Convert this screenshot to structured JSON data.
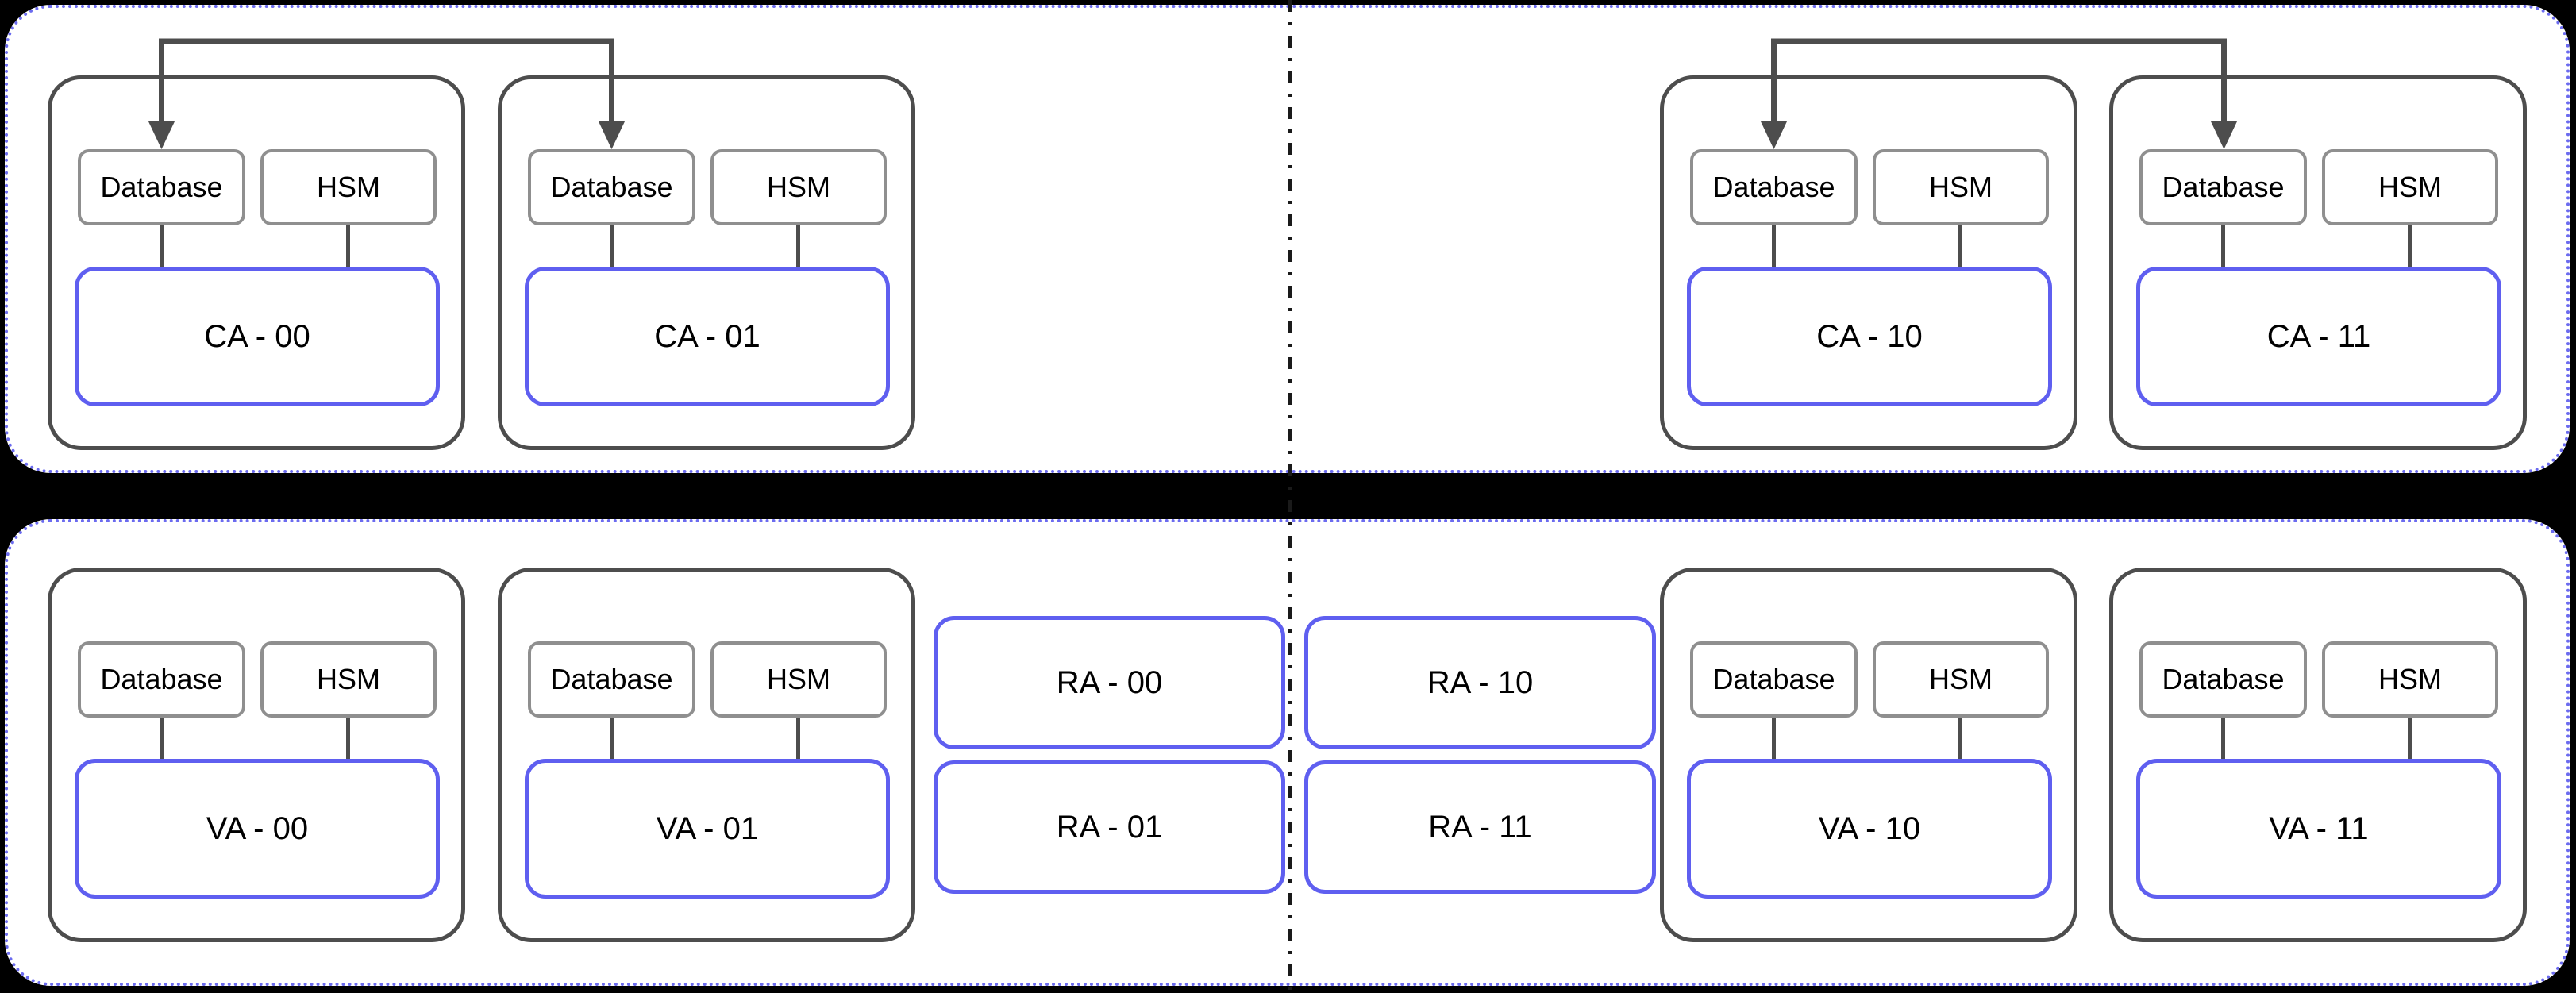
{
  "colors": {
    "background": "#000000",
    "zone_fill": "#ffffff",
    "zone_border": "#6b6bef",
    "group_border": "#4d4d4d",
    "component_border": "#8f8f8f",
    "authority_border": "#5f5ff0",
    "connector": "#4d4d4d",
    "divider": "#1a1a1a",
    "text": "#000000"
  },
  "ca_zone": {
    "groups": [
      {
        "database_label": "Database",
        "hsm_label": "HSM",
        "authority_label": "CA - 00"
      },
      {
        "database_label": "Database",
        "hsm_label": "HSM",
        "authority_label": "CA - 01"
      },
      {
        "database_label": "Database",
        "hsm_label": "HSM",
        "authority_label": "CA - 10"
      },
      {
        "database_label": "Database",
        "hsm_label": "HSM",
        "authority_label": "CA - 11"
      }
    ]
  },
  "va_ra_zone": {
    "va_groups": [
      {
        "database_label": "Database",
        "hsm_label": "HSM",
        "authority_label": "VA - 00"
      },
      {
        "database_label": "Database",
        "hsm_label": "HSM",
        "authority_label": "VA - 01"
      },
      {
        "database_label": "Database",
        "hsm_label": "HSM",
        "authority_label": "VA - 10"
      },
      {
        "database_label": "Database",
        "hsm_label": "HSM",
        "authority_label": "VA - 11"
      }
    ],
    "ra_boxes": [
      {
        "label": "RA - 00"
      },
      {
        "label": "RA - 01"
      },
      {
        "label": "RA - 10"
      },
      {
        "label": "RA - 11"
      }
    ]
  }
}
